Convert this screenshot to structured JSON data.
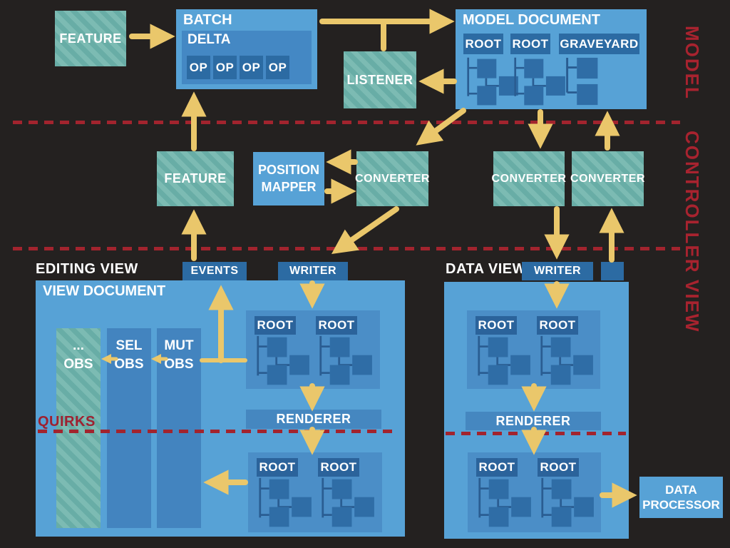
{
  "layer_labels": {
    "model": "MODEL",
    "controller": "CONTROLLER",
    "view": "VIEW"
  },
  "model_layer": {
    "feature_label": "FEATURE",
    "batch": {
      "label": "BATCH",
      "delta_label": "DELTA",
      "ops": [
        "OP",
        "OP",
        "OP",
        "OP"
      ]
    },
    "listener_label": "LISTENER",
    "model_document": {
      "label": "MODEL DOCUMENT",
      "root_labels": [
        "ROOT",
        "ROOT",
        "GRAVEYARD"
      ]
    }
  },
  "controller_layer": {
    "feature_label": "FEATURE",
    "position_mapper_label": "POSITION\nMAPPER",
    "converter_labels": [
      "CONVERTER",
      "CONVERTER",
      "CONVERTER"
    ]
  },
  "view_layer": {
    "editing_view": {
      "label": "EDITING VIEW",
      "events_tab": "EVENTS",
      "writer_tab": "WRITER",
      "view_document_label": "VIEW DOCUMENT",
      "observers": [
        "...\nOBS",
        "SEL\nOBS",
        "MUT\nOBS"
      ],
      "quirks_label": "QUIRKS",
      "top_roots": [
        "ROOT",
        "ROOT"
      ],
      "renderer_label": "RENDERER",
      "bottom_roots": [
        "ROOT",
        "ROOT"
      ]
    },
    "data_view": {
      "label": "DATA VIEW",
      "writer_tab": "WRITER",
      "top_roots": [
        "ROOT",
        "ROOT"
      ],
      "renderer_label": "RENDERER",
      "bottom_roots": [
        "ROOT",
        "ROOT"
      ]
    },
    "data_processor_label": "DATA\nPROCESSOR"
  },
  "colors": {
    "background": "#242120",
    "panel_blue": "#57a2d6",
    "inner_blue": "#4488c4",
    "dark_blue": "#2c6ba3",
    "container_blue": "#4b8ec7",
    "column_blue": "#4384bf",
    "node_blue": "#2f6da6",
    "teal": "#68ada6",
    "teal_stripe": "#7cbbb3",
    "arrow_yellow": "#eac76b",
    "line_red": "#a2242e",
    "label_red": "#a8232f"
  }
}
